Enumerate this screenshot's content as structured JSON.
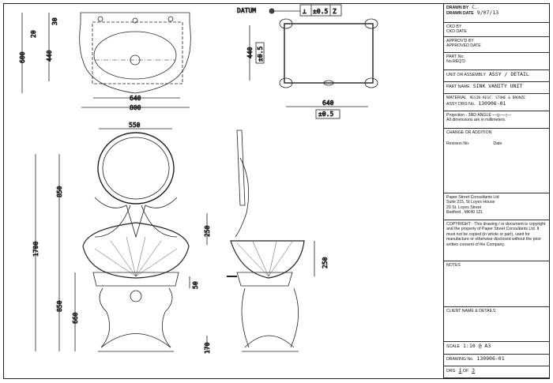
{
  "title_block": {
    "drawn_by_label": "DRAWN BY",
    "drawn_by_value": "C.",
    "drawn_date_label": "DRAWN DATE",
    "drawn_date_value": "9/07/13",
    "ckd_by_label": "CKD BY",
    "ckd_date_label": "CKD DATE",
    "approved_by_label": "APPROV'D BY",
    "approved_date_label": "APPROVED DATE",
    "part_no_label": "PART No.",
    "no_reqd_label": "No.REQ'D",
    "unit_label": "UNIT OR ASSEMBLY",
    "unit_value": "ASSY / DETAIL",
    "part_name_label": "PART NAME",
    "part_name_value": "SINK VANITY UNIT",
    "material_label": "MATERIAL",
    "material_value": "RESIN-RESC. STONE & BRONZE",
    "assy_drg_label": "ASSY DRG No.",
    "assy_drg_value": "130906-01",
    "projection_label": "Projection - 3RD ANGLE",
    "dimensions_note": "All dimensions are in millimeters.",
    "change_label": "CHANGE OR ADDITION",
    "revision_label": "Revision No.",
    "date_label": "Date",
    "company_lines": [
      "Paper Street Consultants Ltd",
      "Suite 215, St Loyes House",
      "20 St. Loyes Street",
      "Bedford , MK40 1ZL"
    ],
    "copyright": "COPYRIGHT - This drawing / or document is copyright and the property of Paper Street Consultants Ltd. It must not be copied (in whole or part), used for manufacture or otherwise disclosed without the prior written consent of the Company.",
    "notes_label": "NOTES",
    "client_label": "CLIENT NAME & DETAILS",
    "scale_label": "SCALE",
    "scale_value": "1:10  @ A3",
    "drawing_no_label": "DRAWING No.",
    "drawing_no_value": "130906-01",
    "drg_label": "DRG",
    "drg_value": "1",
    "of_label": "OF",
    "of_value": "3"
  },
  "plan_view": {
    "dims": {
      "overall_depth": "600",
      "top_offset": "20",
      "top_offset2": "30",
      "bowl_depth": "440",
      "bowl_width": "640",
      "overall_width": "800"
    }
  },
  "frame_view": {
    "datum_label": "DATUM",
    "tolerance_symbol": "⊥",
    "tolerance": "±0.5",
    "datum_ref": "Z",
    "height": "440",
    "height_tol": "±0.5",
    "width": "640",
    "width_tol": "±0.5"
  },
  "front_view": {
    "dims": {
      "mirror_width": "550",
      "overall_height": "1700",
      "upper_height": "850",
      "lower_height": "850",
      "leg_height": "660",
      "bowl_height": "250",
      "rim": "50",
      "foot": "170"
    }
  },
  "side_view": {
    "dims": {
      "bowl_height": "250"
    }
  }
}
